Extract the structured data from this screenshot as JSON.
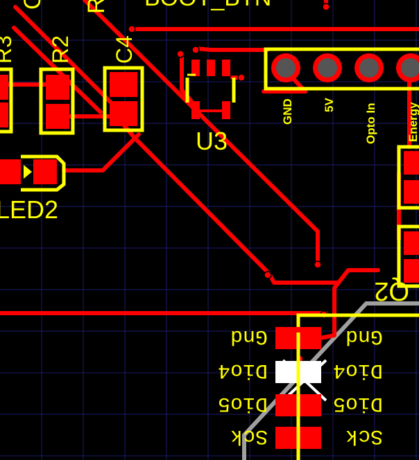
{
  "colors": {
    "background": "#000000",
    "grid": "#1c1c6e",
    "copper_top": "#ff0000",
    "silkscreen": "#ffff00",
    "pad_hole": "#555555",
    "selected_pad": "#ffffff",
    "edge": "#a0a0a0"
  },
  "labels": {
    "boot_btn": "BOOT_BTN",
    "r3_partial": "R3",
    "r2": "R2",
    "c4": "C4",
    "u3": "U3",
    "led2": "LED2",
    "q2_partial": "Q2",
    "c_partial": "C",
    "r_partial": "R"
  },
  "header_pins": [
    "GND",
    "5V",
    "Opto In",
    "Energy"
  ],
  "module_pins_left": [
    "Gnd",
    "Dio4",
    "Dio5",
    "Sck"
  ],
  "module_pins_right": [
    "Gnd",
    "Dio4",
    "Dio5",
    "Sck"
  ]
}
